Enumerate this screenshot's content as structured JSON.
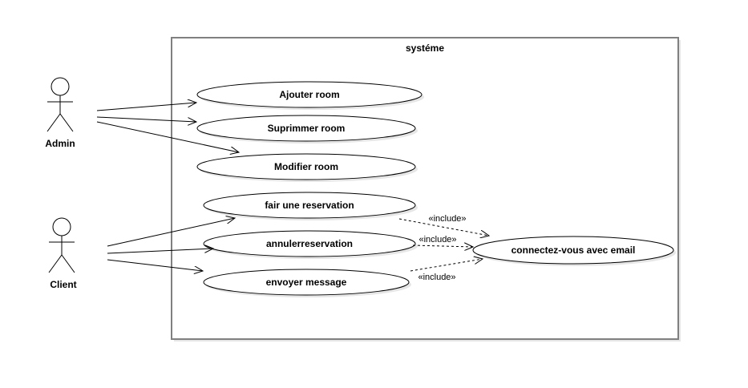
{
  "system": {
    "title": "systéme"
  },
  "actors": {
    "admin": {
      "name": "Admin"
    },
    "client": {
      "name": "Client"
    }
  },
  "use_cases": {
    "ajouter_room": "Ajouter room",
    "suprimmer_room": "Suprimmer room",
    "modifier_room": "Modifier room",
    "faire_reservation": "fair une reservation",
    "annuler_reservation": "annulerreservation",
    "envoyer_message": "envoyer message",
    "connectez_email": "connectez-vous avec email"
  },
  "relations": {
    "include_label": "«include»"
  },
  "colors": {
    "stroke": "#000000",
    "system_border": "#808080",
    "shadow": "#e6e6e6",
    "fill": "#ffffff"
  }
}
